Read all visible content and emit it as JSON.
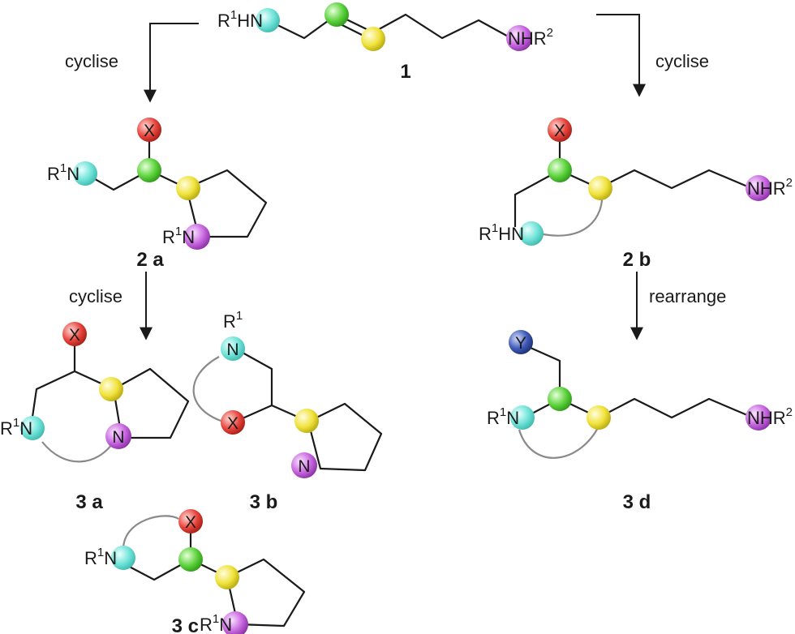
{
  "colors": {
    "cyan": "#6fe3d8",
    "green": "#5cd23c",
    "yellow": "#f0e23a",
    "magenta": "#c867e0",
    "red": "#e8453c",
    "blue": "#3f5ab8"
  },
  "groups": {
    "R": "R",
    "one": "1",
    "two": "2",
    "N": "N",
    "HN": "HN",
    "NH": "NH",
    "X": "X",
    "Y": "Y"
  },
  "compounds": {
    "c1": "1",
    "c2a": "2 a",
    "c2b": "2 b",
    "c3a": "3 a",
    "c3b": "3 b",
    "c3c": "3 c",
    "c3d": "3 d"
  },
  "steps": {
    "cyclise_left": "cyclise",
    "cyclise_right": "cyclise",
    "cyclise_2a": "cyclise",
    "rearrange": "rearrange"
  }
}
